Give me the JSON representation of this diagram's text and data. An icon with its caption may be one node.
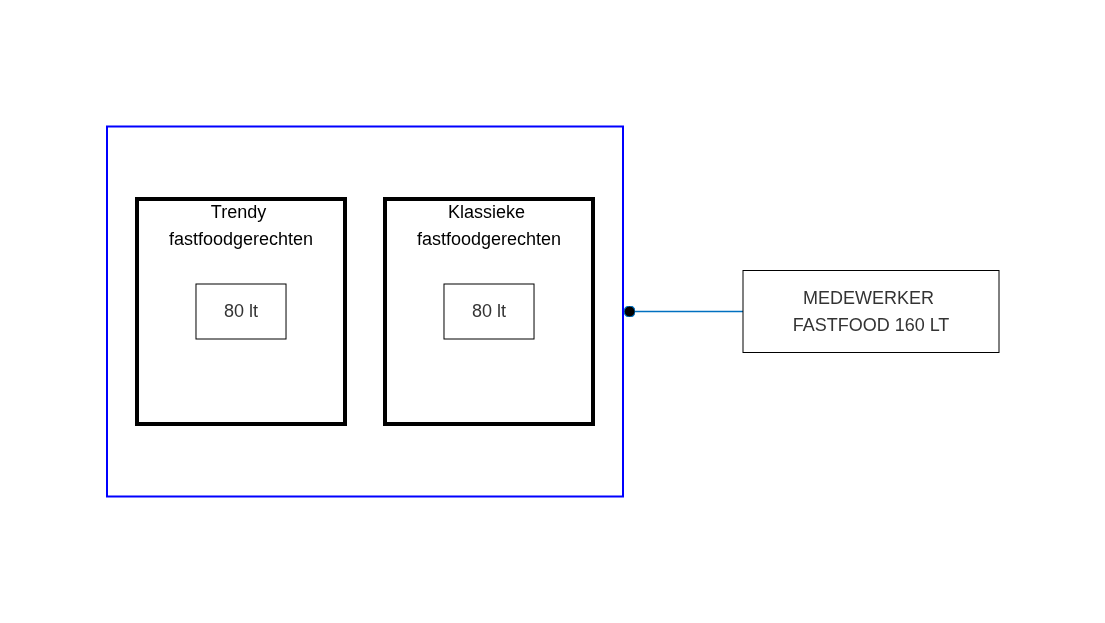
{
  "diagram": {
    "nodes": [
      {
        "text": [],
        "shape": "box"
      },
      {
        "text": [
          "Klassieke fastfoodgerechten"
        ],
        "in": 0
      },
      {
        "text": [
          "80 lt"
        ],
        "in": 1
      },
      {
        "text": [
          "Trendy fastfoodgerechten"
        ],
        "in": 0
      },
      {
        "text": [
          "80 lt"
        ],
        "in": 3
      },
      {
        "text": [
          "MEDEWERKER FASTFOOD 160 LT"
        ]
      }
    ],
    "edges": [
      {
        "from": 5,
        "to": 0,
        "arrow": "other",
        "color": "#0070c0"
      }
    ]
  }
}
